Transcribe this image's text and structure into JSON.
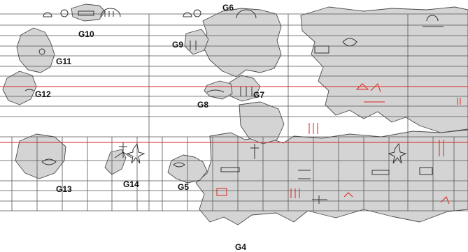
{
  "figure": {
    "labels": {
      "g4": "G4",
      "g5": "G5",
      "g6": "G6",
      "g7": "G7",
      "g8": "G8",
      "g9": "G9",
      "g10": "G10",
      "g11": "G11",
      "g12": "G12",
      "g13": "G13",
      "g14": "G14"
    },
    "colors": {
      "fragment_fill": "#d4d4d4",
      "fragment_outline": "#4a4a4a",
      "grid_lines": "#555555",
      "rubric_red": "#d8261e"
    }
  }
}
